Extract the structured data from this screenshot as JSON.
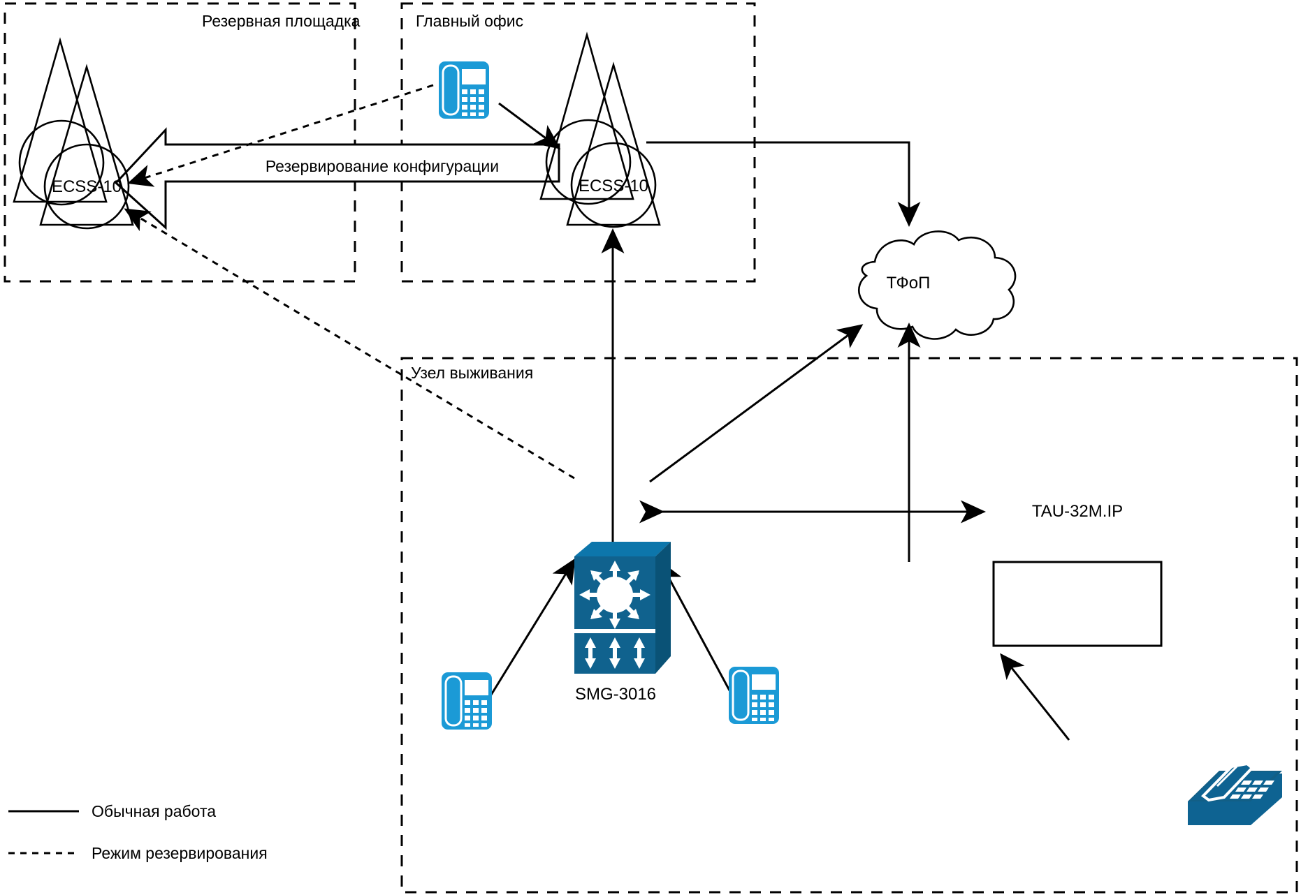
{
  "diagram": {
    "title": "ECSS-10 redundancy and survivability node topology",
    "colors": {
      "line": "#000000",
      "ip_phone": "#1b9ad6",
      "analog_phone": "#0e6392",
      "switch_front": "#10628e",
      "switch_top": "#0d76ab",
      "switch_side": "#0a5276",
      "background": "#ffffff"
    },
    "zones": [
      {
        "id": "backup-site",
        "label": "Резервная площадка"
      },
      {
        "id": "main-office",
        "label": "Главный офис"
      },
      {
        "id": "survival-node",
        "label": "Узел выживания"
      }
    ],
    "nodes": {
      "ecss_backup": {
        "label": "ECSS-10",
        "icon": "softswitch-icon"
      },
      "ecss_main": {
        "label": "ECSS-10",
        "icon": "softswitch-icon"
      },
      "pstn_cloud": {
        "label": "ТФоП",
        "icon": "cloud-icon"
      },
      "smg": {
        "label": "SMG-3016",
        "icon": "network-switch-icon"
      },
      "tau": {
        "label": "TAU-32M.IP",
        "icon": "device-box-icon"
      },
      "phone_main_office": {
        "label": "",
        "icon": "ip-phone-icon"
      },
      "phone_survival_left": {
        "label": "",
        "icon": "ip-phone-icon"
      },
      "phone_survival_right": {
        "label": "",
        "icon": "ip-phone-icon"
      },
      "phone_analog": {
        "label": "",
        "icon": "analog-phone-icon"
      }
    },
    "links": {
      "config_backup": {
        "label": "Резервирование конфигурации",
        "style": "solid-block-arrow"
      }
    },
    "legend": {
      "items": [
        {
          "id": "normal-operation",
          "label": "Обычная работа",
          "style": "solid"
        },
        {
          "id": "redundancy-mode",
          "label": "Режим резервирования",
          "style": "dashed"
        }
      ]
    }
  }
}
